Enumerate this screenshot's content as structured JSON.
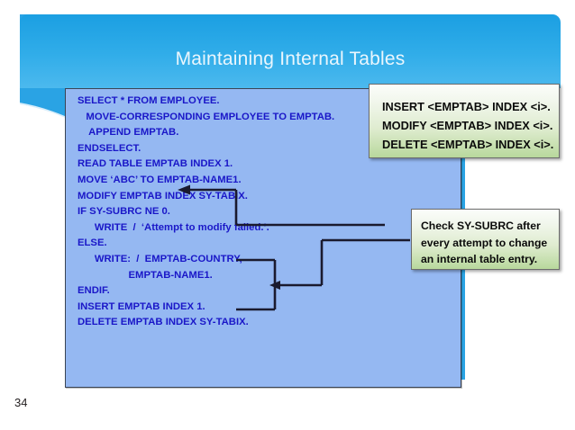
{
  "slide": {
    "title": "Maintaining Internal Tables",
    "page_number": "34",
    "colors": {
      "header_blue": "#2aa3e4",
      "code_block_blue": "#95b8f2",
      "code_text_blue": "#1a17c8",
      "callout_green": "#b8d89c",
      "title_text": "#eaf6fd",
      "connector_line": "#1a1a2e"
    }
  },
  "code_block": {
    "lines": [
      "SELECT * FROM EMPLOYEE.",
      "   MOVE-CORRESPONDING EMPLOYEE TO EMPTAB.",
      "    APPEND EMPTAB.",
      "ENDSELECT.",
      "READ TABLE EMPTAB INDEX 1.",
      "MOVE ‘ABC’ TO EMPTAB-NAME1.",
      "MODIFY EMPTAB INDEX SY-TABIX.",
      "IF SY-SUBRC NE 0.",
      "      WRITE  /  ‘Attempt to modify failed.’.",
      "ELSE.",
      "      WRITE:  /  EMPTAB-COUNTRY,",
      "                  EMPTAB-NAME1.",
      "ENDIF.",
      "INSERT EMPTAB INDEX 1.",
      "DELETE EMPTAB INDEX SY-TABIX."
    ]
  },
  "callouts": {
    "syntax": {
      "lines": [
        "INSERT <EMPTAB> INDEX <i>.",
        "MODIFY <EMPTAB> INDEX <i>.",
        "DELETE <EMPTAB> INDEX <i>."
      ]
    },
    "note": {
      "lines": [
        "Check SY-SUBRC after",
        "every attempt to change",
        "an internal table entry."
      ]
    }
  }
}
